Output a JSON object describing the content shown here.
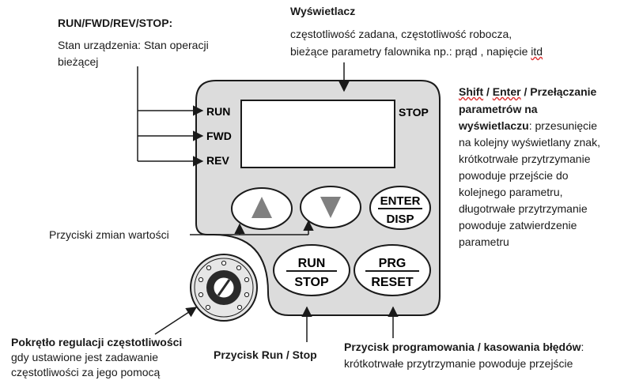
{
  "top_left": {
    "title": "RUN/FWD/REV/STOP:",
    "line1": "Stan urządzenia: Stan operacji",
    "line2": "bieżącej"
  },
  "display_annotation": {
    "title": "Wyświetlacz",
    "line1": "częstotliwość zadana, częstotliwość robocza,",
    "line2_main": "bieżące parametry falownika np.: prąd , napięcie ",
    "line2_tail": "itd"
  },
  "shift_annotation": {
    "shift_word": "Shift",
    "slash1": " / ",
    "enter_word": "Enter",
    "title_rest": " / Przełączanie",
    "title_line2": "parametrów na",
    "title_line3": "wyświetlaczu",
    "line3_rest": ": przesunięcie",
    "lines": [
      "na kolejny wyświetlany znak,",
      "krótkotrwałe przytrzymanie",
      "powoduje przejście do",
      "kolejnego parametru,",
      "długotrwałe przytrzymanie",
      "powoduje zatwierdzenie",
      "parametru"
    ]
  },
  "indicators": {
    "run": "RUN",
    "fwd": "FWD",
    "rev": "REV",
    "stop": "STOP"
  },
  "buttons": {
    "enter_top": "ENTER",
    "enter_bottom": "DISP",
    "run_top": "RUN",
    "run_bottom": "STOP",
    "prg_top": "PRG",
    "prg_bottom": "RESET"
  },
  "value_buttons_label": "Przyciski zmian wartości",
  "knob_annotation": {
    "title": "Pokrętło regulacji częstotliwości",
    "line1": "gdy ustawione jest zadawanie",
    "line2": "częstotliwości za jego pomocą"
  },
  "run_stop_annotation": "Przycisk Run / Stop",
  "prg_annotation": {
    "title": "Przycisk programowania / kasowania błędów",
    "title_colon": ":",
    "line1": "krótkotrwałe przytrzymanie powoduje przejście"
  },
  "colors": {
    "panel_fill": "#dcdcdc",
    "outline": "#1a1a1a",
    "button_fill": "#ffffff",
    "arrow_fill": "#808080"
  },
  "icons": [
    "up-arrow-icon",
    "down-arrow-icon",
    "knob-icon"
  ]
}
